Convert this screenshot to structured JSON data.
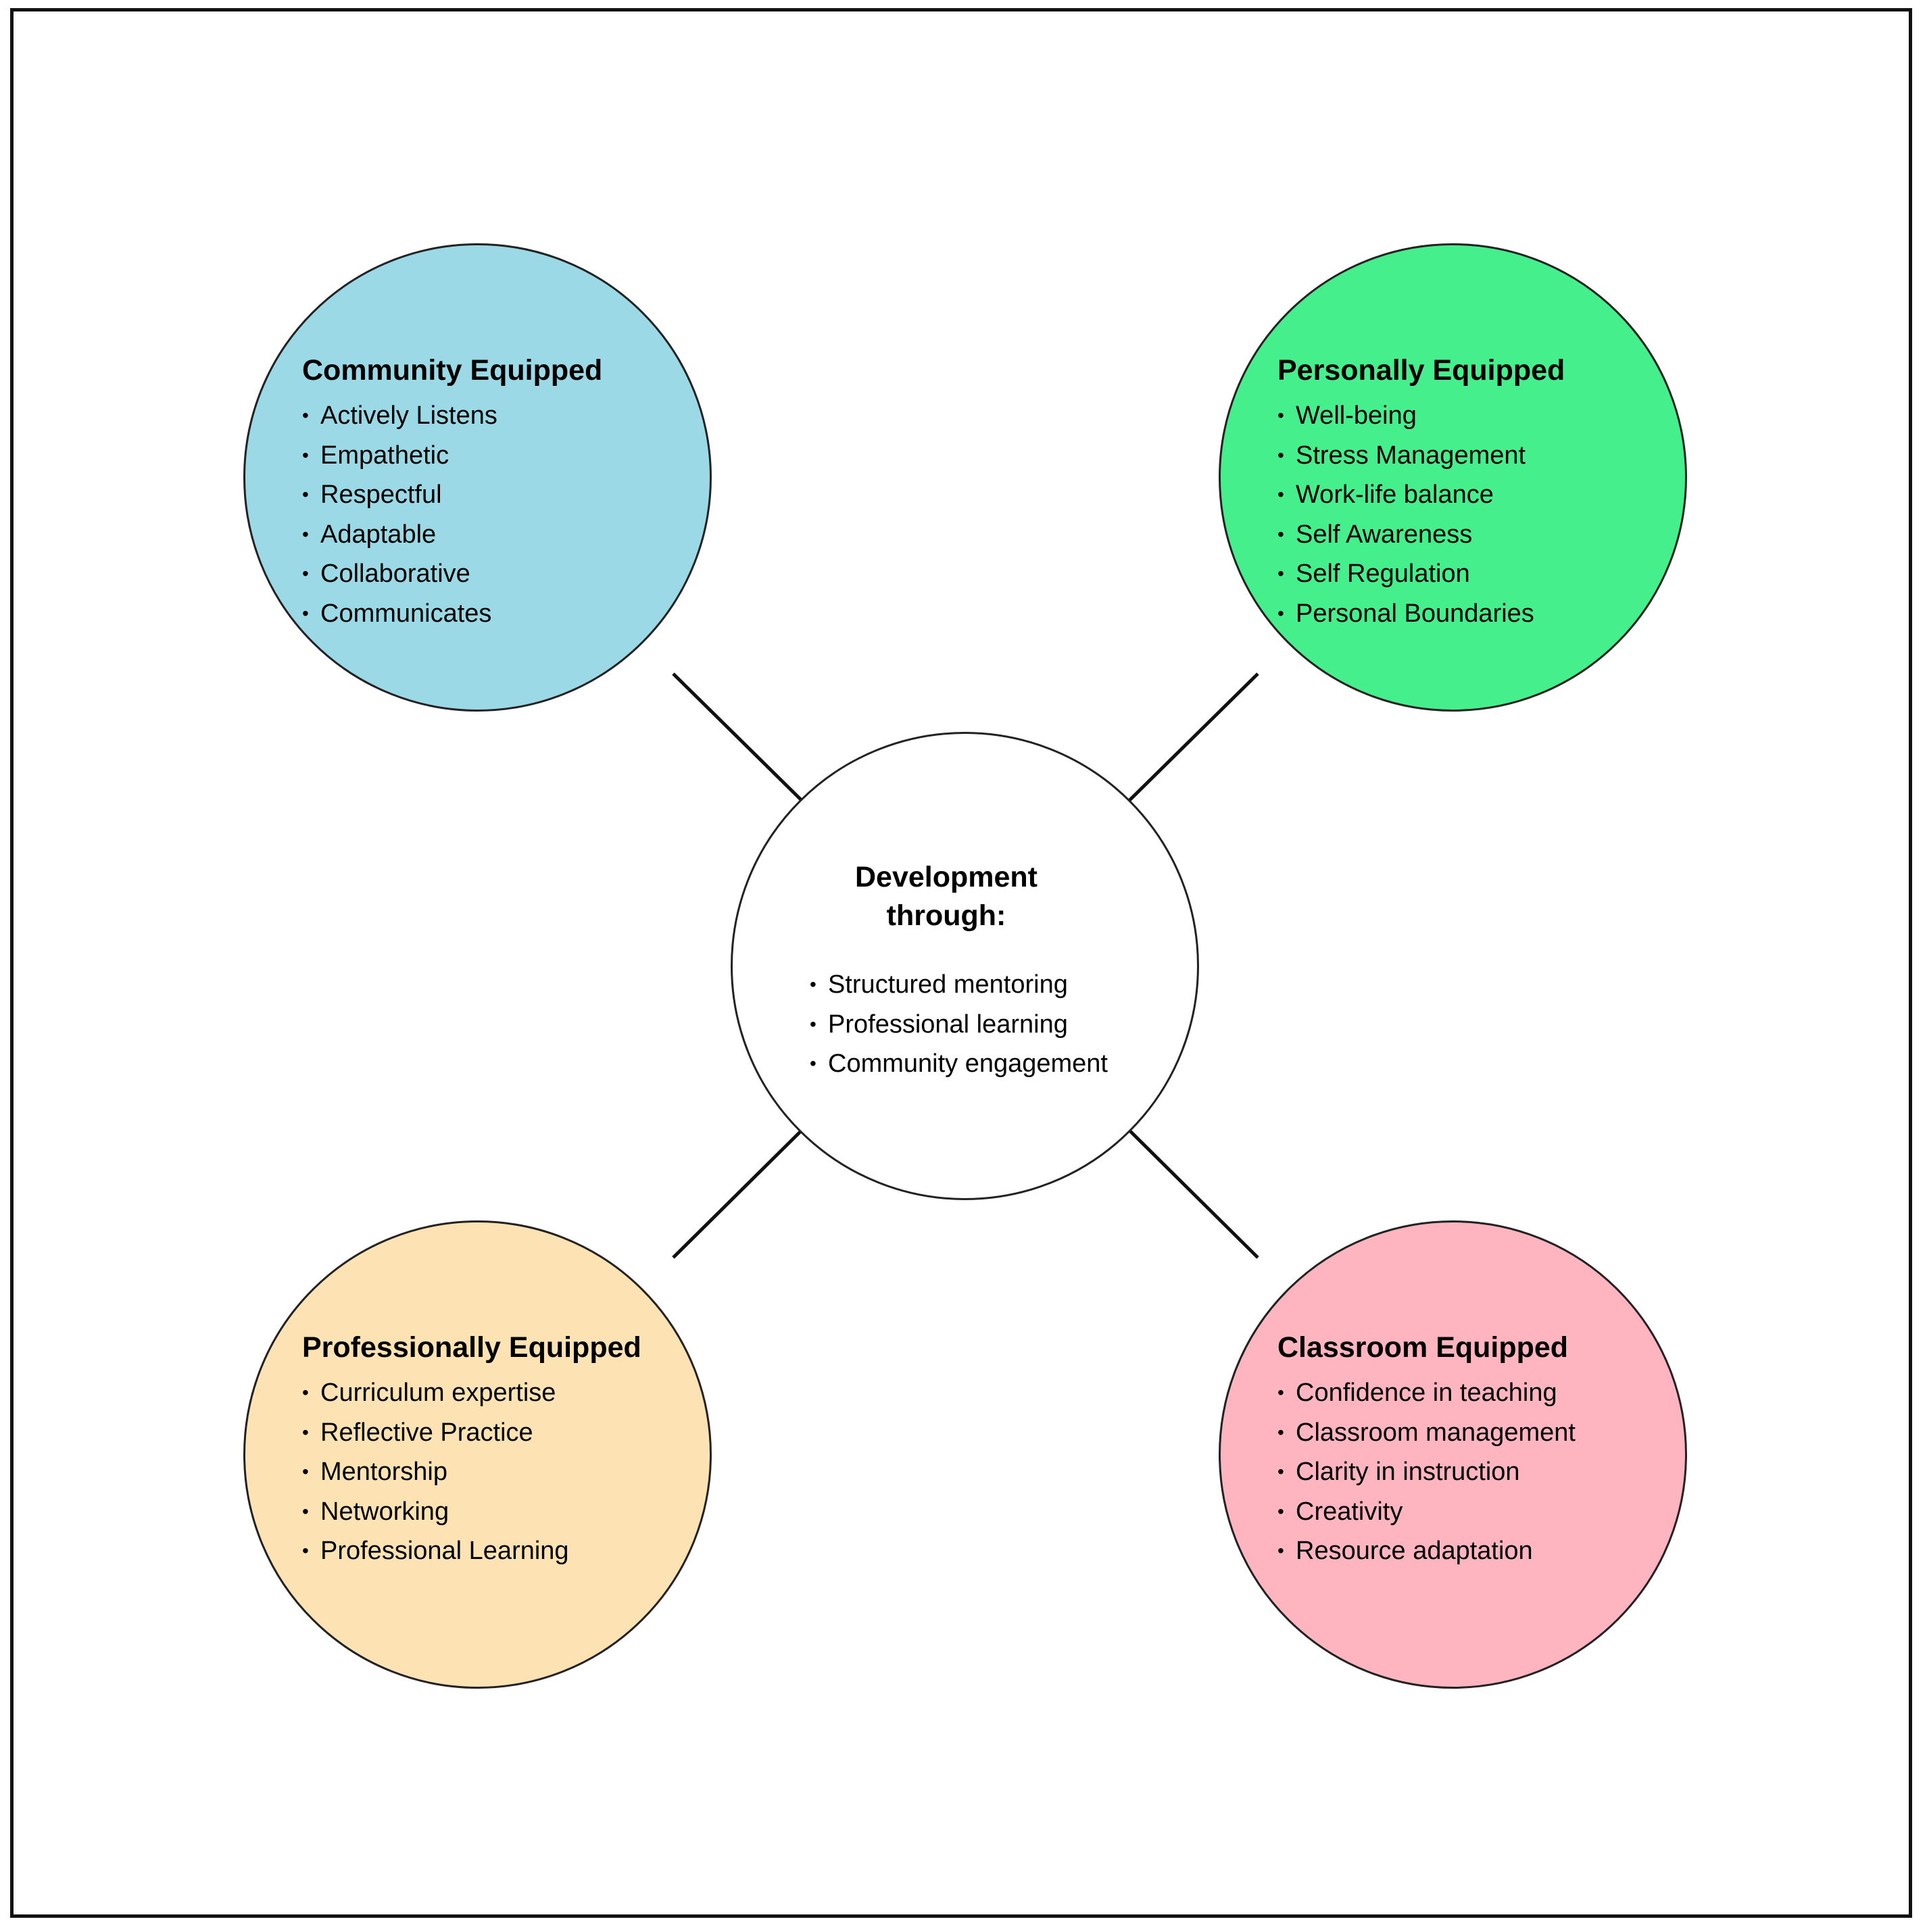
{
  "center": {
    "title_line1": "Development",
    "title_line2": "through:",
    "items": [
      "Structured mentoring",
      "Professional learning",
      "Community engagement"
    ],
    "fill": "#ffffff"
  },
  "nodes": {
    "community": {
      "title": "Community Equipped",
      "fill": "#9ad9e5",
      "items": [
        "Actively Listens",
        "Empathetic",
        "Respectful",
        "Adaptable",
        "Collaborative",
        "Communicates"
      ]
    },
    "personal": {
      "title": "Personally Equipped",
      "fill": "#45ef8b",
      "items": [
        "Well-being",
        "Stress Management",
        "Work-life balance",
        "Self Awareness",
        "Self Regulation",
        "Personal Boundaries"
      ]
    },
    "professional": {
      "title": "Professionally Equipped",
      "fill": "#fde3b4",
      "items": [
        "Curriculum expertise",
        "Reflective Practice",
        "Mentorship",
        "Networking",
        "Professional Learning"
      ]
    },
    "classroom": {
      "title": "Classroom Equipped",
      "fill": "#feb5c0",
      "items": [
        "Confidence in teaching",
        "Classroom management",
        "Clarity in instruction",
        "Creativity",
        "Resource adaptation"
      ]
    }
  }
}
